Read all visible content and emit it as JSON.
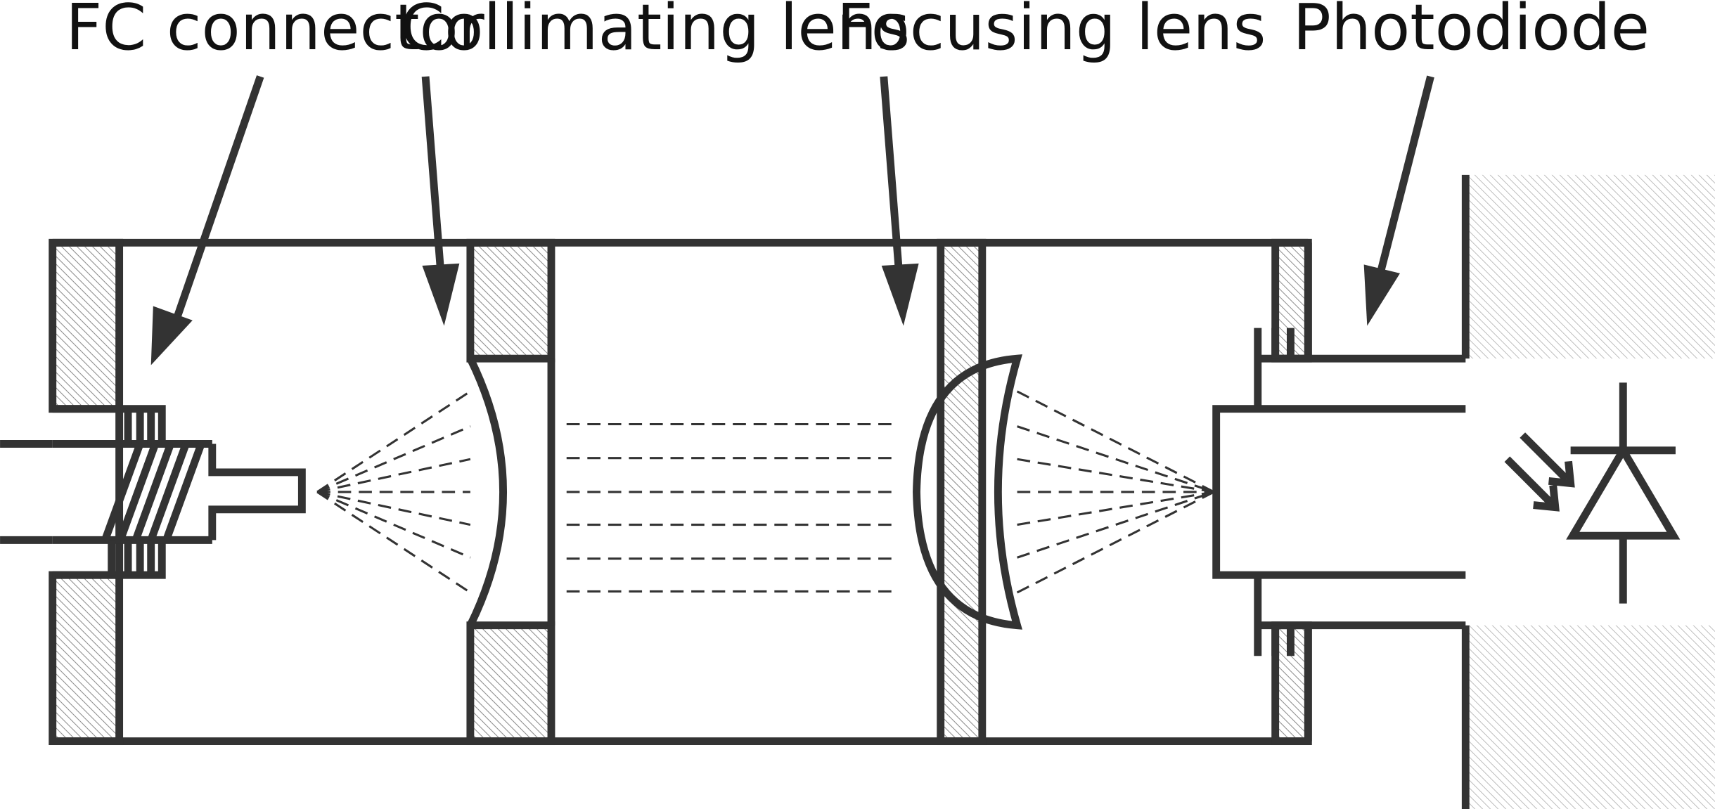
{
  "labels": {
    "fc_connector": "FC connector",
    "collimating_lens": "Collimating lens",
    "focusing_lens": "Focusing lens",
    "photodiode": "Photodiode"
  },
  "colors": {
    "line": "#333333",
    "hatch": "#9a9a9a",
    "background": "#ffffff"
  }
}
